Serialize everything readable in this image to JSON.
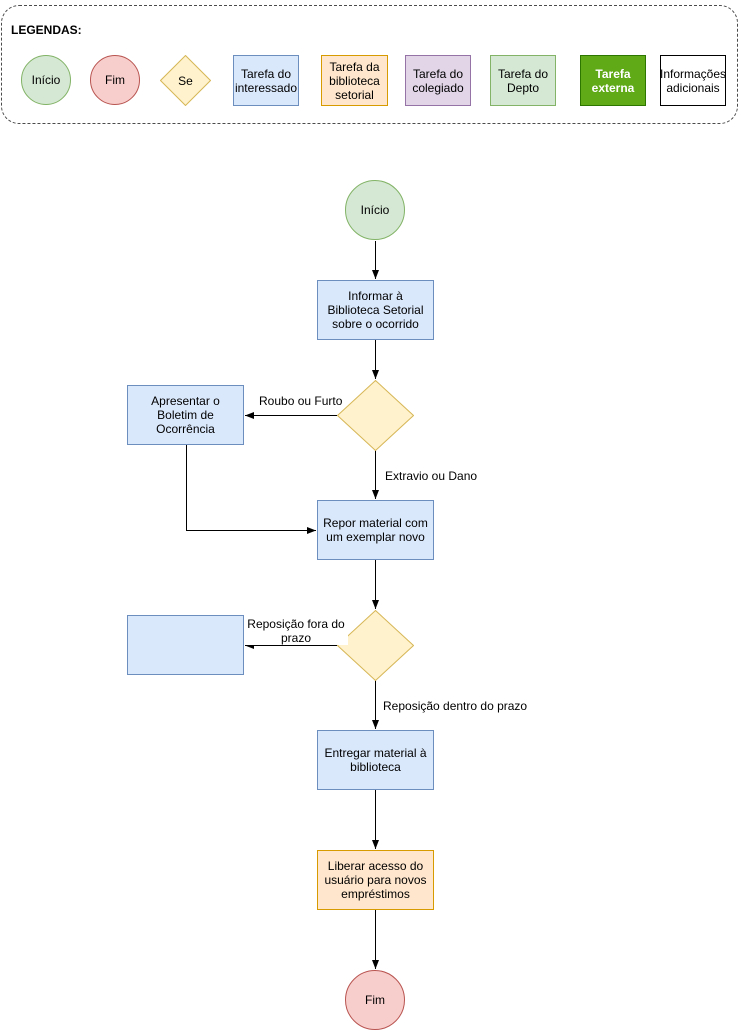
{
  "legend": {
    "title": "LEGENDAS:",
    "items": {
      "inicio": "Início",
      "fim": "Fim",
      "se": "Se",
      "tarefa_interessado": "Tarefa do interessado",
      "tarefa_biblioteca": "Tarefa da biblioteca setorial",
      "tarefa_colegiado": "Tarefa do colegiado",
      "tarefa_depto": "Tarefa do Depto",
      "tarefa_externa": "Tarefa externa",
      "informacoes": "Informações adicionais"
    }
  },
  "flow": {
    "start": "Início",
    "inform": "Informar à Biblioteca Setorial sobre o ocorrido",
    "boletim": "Apresentar o Boletim de Ocorrência",
    "repor": "Repor material com um exemplar novo",
    "empty_box": "",
    "entregar": "Entregar material à biblioteca",
    "liberar": "Liberar acesso do usuário para novos empréstimos",
    "end": "Fim"
  },
  "edge_labels": {
    "roubo": "Roubo ou Furto",
    "extravio": "Extravio ou Dano",
    "fora_prazo": "Reposição fora do prazo",
    "dentro_prazo": "Reposição dentro do prazo"
  },
  "colors": {
    "start_fill": "#d5e8d4",
    "end_fill": "#f8cecc",
    "decision_fill": "#fff2cc",
    "decision_stroke": "#d6b656",
    "interessado_fill": "#dae8fc",
    "biblioteca_fill": "#ffe6cc",
    "colegiado_fill": "#e1d5e7",
    "externa_fill": "#60a917"
  }
}
